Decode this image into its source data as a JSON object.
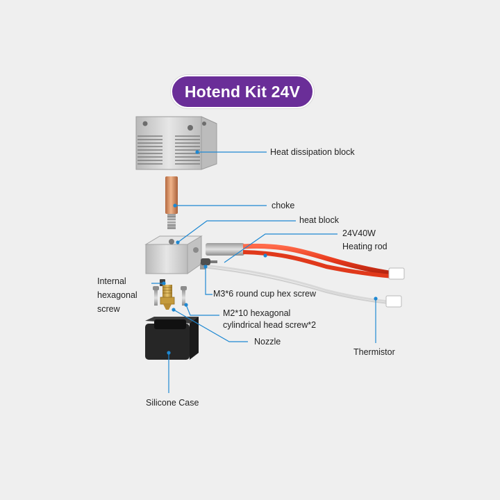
{
  "title": "Hotend Kit 24V",
  "colors": {
    "title_bg": "#6a2e98",
    "callout_line": "#1e88d2",
    "callout_dot": "#1e88d2",
    "background": "#efefef"
  },
  "labels": {
    "heat_dissipation_block": "Heat dissipation block",
    "choke": "choke",
    "heat_block": "heat block",
    "heating_rod_line1": "24V40W",
    "heating_rod_line2": "Heating rod",
    "internal_hex_line1": "Internal",
    "internal_hex_line2": "hexagonal",
    "internal_hex_line3": "screw",
    "m3_screw": "M3*6 round cup hex screw",
    "m2_screw_line1": "M2*10 hexagonal",
    "m2_screw_line2": "cylindrical head screw*2",
    "nozzle": "Nozzle",
    "thermistor": "Thermistor",
    "silicone_case": "Silicone Case"
  }
}
